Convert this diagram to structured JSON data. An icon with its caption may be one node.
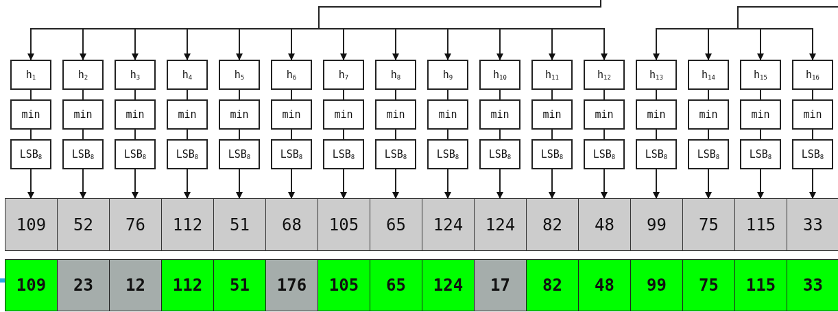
{
  "diagram": {
    "nodes": [
      {
        "text": [
          "h$_{1}$"
        ]
      },
      {
        "text": [
          "h$_{2}$"
        ]
      },
      {
        "text": [
          "h$_{3}$"
        ]
      },
      {
        "text": [
          "h$_{4}$"
        ]
      },
      {
        "text": [
          "h$_{5}$"
        ]
      },
      {
        "text": [
          "h$_{6}$"
        ]
      },
      {
        "text": [
          "h$_{7}$"
        ]
      },
      {
        "text": [
          "h$_{8}$"
        ]
      },
      {
        "text": [
          "h$_{9}$"
        ]
      },
      {
        "text": [
          "h$_{10}$"
        ]
      },
      {
        "text": [
          "h$_{11}$"
        ]
      },
      {
        "text": [
          "h$_{12}$"
        ]
      },
      {
        "text": [
          "h$_{13}$"
        ]
      },
      {
        "text": [
          "h$_{14}$"
        ]
      },
      {
        "text": [
          "h$_{15}$"
        ]
      },
      {
        "text": [
          "h$_{16}$"
        ]
      },
      {
        "text": [
          "min"
        ]
      },
      {
        "text": [
          "min"
        ]
      },
      {
        "text": [
          "min"
        ]
      },
      {
        "text": [
          "min"
        ]
      },
      {
        "text": [
          "min"
        ]
      },
      {
        "text": [
          "min"
        ]
      },
      {
        "text": [
          "min"
        ]
      },
      {
        "text": [
          "min"
        ]
      },
      {
        "text": [
          "min"
        ]
      },
      {
        "text": [
          "min"
        ]
      },
      {
        "text": [
          "min"
        ]
      },
      {
        "text": [
          "min"
        ]
      },
      {
        "text": [
          "min"
        ]
      },
      {
        "text": [
          "min"
        ]
      },
      {
        "text": [
          "min"
        ]
      },
      {
        "text": [
          "min"
        ]
      },
      {
        "text": [
          "LSB$_{8}$"
        ]
      },
      {
        "text": [
          "LSB$_{8}$"
        ]
      },
      {
        "text": [
          "LSB$_{8}$"
        ]
      },
      {
        "text": [
          "LSB$_{8}$"
        ]
      },
      {
        "text": [
          "LSB$_{8}$"
        ]
      },
      {
        "text": [
          "LSB$_{8}$"
        ]
      },
      {
        "text": [
          "LSB$_{8}$"
        ]
      },
      {
        "text": [
          "LSB$_{8}$"
        ]
      },
      {
        "text": [
          "LSB$_{8}$"
        ]
      },
      {
        "text": [
          "LSB$_{8}$"
        ]
      },
      {
        "text": [
          "LSB$_{8}$"
        ]
      },
      {
        "text": [
          "LSB$_{8}$"
        ]
      },
      {
        "text": [
          "LSB$_{8}$"
        ]
      },
      {
        "text": [
          "LSB$_{8}$"
        ]
      },
      {
        "text": [
          "LSB$_{8}$"
        ]
      },
      {
        "text": [
          "LSB$_{8}$"
        ]
      },
      {
        "text": [
          "109"
        ]
      },
      {
        "text": [
          "52"
        ]
      },
      {
        "text": [
          "76"
        ]
      },
      {
        "text": [
          "112"
        ]
      },
      {
        "text": [
          "51"
        ]
      },
      {
        "text": [
          "68"
        ]
      },
      {
        "text": [
          "105"
        ]
      },
      {
        "text": [
          "65"
        ]
      },
      {
        "text": [
          "124"
        ]
      },
      {
        "text": [
          "124"
        ]
      },
      {
        "text": [
          "82"
        ]
      },
      {
        "text": [
          "48"
        ]
      },
      {
        "text": [
          "99"
        ]
      },
      {
        "text": [
          "75"
        ]
      },
      {
        "text": [
          "115"
        ]
      },
      {
        "text": [
          "33"
        ]
      },
      {
        "text": [
          "109"
        ]
      },
      {
        "text": [
          "23"
        ]
      },
      {
        "text": [
          "12"
        ]
      },
      {
        "text": [
          "112"
        ]
      },
      {
        "text": [
          "51"
        ]
      },
      {
        "text": [
          "176"
        ]
      },
      {
        "text": [
          "105"
        ]
      },
      {
        "text": [
          "65"
        ]
      },
      {
        "text": [
          "124"
        ]
      },
      {
        "text": [
          "17"
        ]
      },
      {
        "text": [
          "82"
        ]
      },
      {
        "text": [
          "48"
        ]
      },
      {
        "text": [
          "99"
        ]
      },
      {
        "text": [
          "75"
        ]
      },
      {
        "text": [
          "115"
        ]
      },
      {
        "text": [
          "33"
        ]
      }
    ],
    "edges": [
      {
        "from": null,
        "to": 0,
        "arrow": "to"
      },
      {
        "from": null,
        "to": 1,
        "arrow": "to"
      },
      {
        "from": null,
        "to": 2,
        "arrow": "to"
      },
      {
        "from": null,
        "to": 3,
        "arrow": "to"
      },
      {
        "from": null,
        "to": 4,
        "arrow": "to"
      },
      {
        "from": null,
        "to": 5,
        "arrow": "to"
      },
      {
        "from": null,
        "to": 6,
        "arrow": "to"
      },
      {
        "from": null,
        "to": 7,
        "arrow": "to"
      },
      {
        "from": null,
        "to": 8,
        "arrow": "to"
      },
      {
        "from": null,
        "to": 9,
        "arrow": "to"
      },
      {
        "from": null,
        "to": 10,
        "arrow": "to"
      },
      {
        "from": null,
        "to": 11,
        "arrow": "to"
      },
      {
        "from": null,
        "to": 12,
        "arrow": "to"
      },
      {
        "from": null,
        "to": 13,
        "arrow": "to"
      },
      {
        "from": null,
        "to": 14,
        "arrow": "to"
      },
      {
        "from": null,
        "to": 15,
        "arrow": "to"
      },
      {
        "from": 0,
        "to": 16,
        "arrow": "none"
      },
      {
        "from": 1,
        "to": 17,
        "arrow": "none"
      },
      {
        "from": 2,
        "to": 18,
        "arrow": "none"
      },
      {
        "from": 3,
        "to": 19,
        "arrow": "none"
      },
      {
        "from": 4,
        "to": 20,
        "arrow": "none"
      },
      {
        "from": 5,
        "to": 21,
        "arrow": "none"
      },
      {
        "from": 6,
        "to": 22,
        "arrow": "none"
      },
      {
        "from": 7,
        "to": 23,
        "arrow": "none"
      },
      {
        "from": 8,
        "to": 24,
        "arrow": "none"
      },
      {
        "from": 9,
        "to": 25,
        "arrow": "none"
      },
      {
        "from": 10,
        "to": 26,
        "arrow": "none"
      },
      {
        "from": 11,
        "to": 27,
        "arrow": "none"
      },
      {
        "from": 12,
        "to": 28,
        "arrow": "none"
      },
      {
        "from": 13,
        "to": 29,
        "arrow": "none"
      },
      {
        "from": 14,
        "to": 30,
        "arrow": "none"
      },
      {
        "from": 15,
        "to": 31,
        "arrow": "none"
      },
      {
        "from": 16,
        "to": 32,
        "arrow": "none"
      },
      {
        "from": 17,
        "to": 33,
        "arrow": "none"
      },
      {
        "from": 18,
        "to": 34,
        "arrow": "none"
      },
      {
        "from": 19,
        "to": 35,
        "arrow": "none"
      },
      {
        "from": 20,
        "to": 36,
        "arrow": "none"
      },
      {
        "from": 21,
        "to": 37,
        "arrow": "none"
      },
      {
        "from": 22,
        "to": 38,
        "arrow": "none"
      },
      {
        "from": 23,
        "to": 39,
        "arrow": "none"
      },
      {
        "from": 24,
        "to": 40,
        "arrow": "none"
      },
      {
        "from": 25,
        "to": 41,
        "arrow": "none"
      },
      {
        "from": 26,
        "to": 42,
        "arrow": "none"
      },
      {
        "from": 27,
        "to": 43,
        "arrow": "none"
      },
      {
        "from": 28,
        "to": 44,
        "arrow": "none"
      },
      {
        "from": 29,
        "to": 45,
        "arrow": "none"
      },
      {
        "from": 30,
        "to": 46,
        "arrow": "none"
      },
      {
        "from": 31,
        "to": 47,
        "arrow": "none"
      },
      {
        "from": 32,
        "to": 48,
        "arrow": "to"
      },
      {
        "from": 33,
        "to": 49,
        "arrow": "to"
      },
      {
        "from": 34,
        "to": 50,
        "arrow": "to"
      },
      {
        "from": 35,
        "to": 51,
        "arrow": "to"
      },
      {
        "from": 36,
        "to": 52,
        "arrow": "to"
      },
      {
        "from": 37,
        "to": 53,
        "arrow": "to"
      },
      {
        "from": 38,
        "to": 54,
        "arrow": "to"
      },
      {
        "from": 39,
        "to": 55,
        "arrow": "to"
      },
      {
        "from": 40,
        "to": 56,
        "arrow": "to"
      },
      {
        "from": 41,
        "to": 57,
        "arrow": "to"
      },
      {
        "from": 42,
        "to": 58,
        "arrow": "to"
      },
      {
        "from": 43,
        "to": 59,
        "arrow": "to"
      },
      {
        "from": 44,
        "to": 60,
        "arrow": "to"
      },
      {
        "from": 45,
        "to": 61,
        "arrow": "to"
      },
      {
        "from": 46,
        "to": 62,
        "arrow": "to"
      },
      {
        "from": 47,
        "to": 63,
        "arrow": "to"
      }
    ]
  }
}
